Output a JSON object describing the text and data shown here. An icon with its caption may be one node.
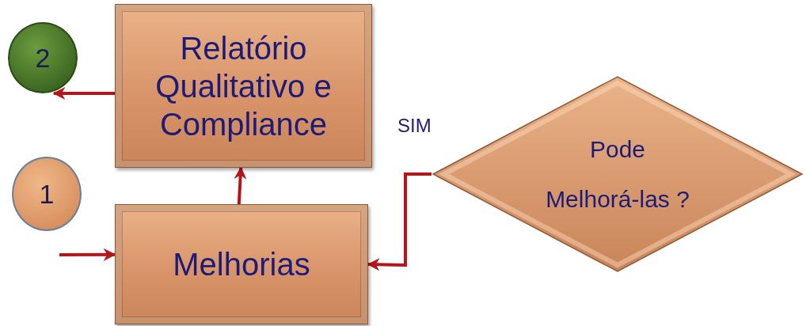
{
  "diagram": {
    "nodes": [
      {
        "text": [
          "2"
        ]
      },
      {
        "text": [
          "Relatório Qualitativo e Compliance"
        ]
      },
      {
        "text": [
          "1"
        ]
      },
      {
        "text": [
          "Melhorias"
        ]
      },
      {
        "text": [
          "Pode Melhorá-las ?"
        ]
      }
    ],
    "edges": [
      {
        "from": 1,
        "to": 0,
        "arrow": "to"
      },
      {
        "from": null,
        "to": 3,
        "arrow": "to"
      },
      {
        "from": 3,
        "to": 1,
        "arrow": "to"
      },
      {
        "from": 4,
        "to": 3,
        "arrow": "to",
        "label": "SIM"
      }
    ]
  }
}
